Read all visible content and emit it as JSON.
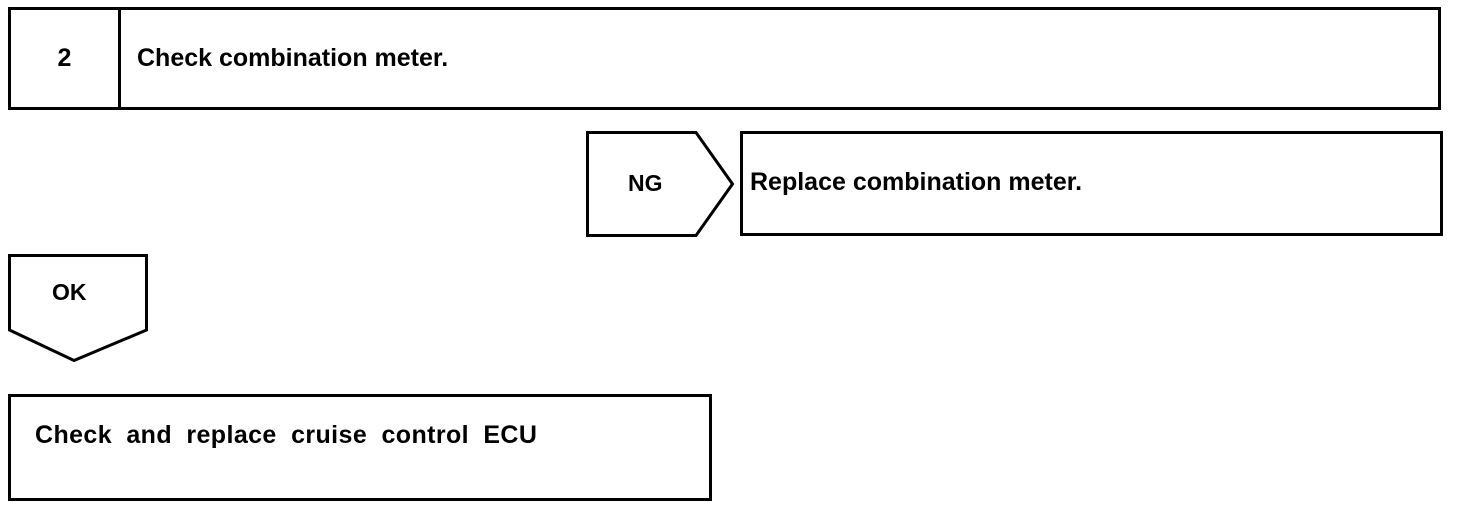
{
  "diagram": {
    "type": "troubleshooting-flowchart",
    "line_color": "#000000",
    "background_color": "#ffffff",
    "steps": [
      {
        "number": "2",
        "label": "Check combination meter."
      }
    ],
    "branches": [
      {
        "result": "NG",
        "direction": "right",
        "target": "Replace combination meter."
      },
      {
        "result": "OK",
        "direction": "down",
        "target": "Check and replace cruise control ECU"
      }
    ],
    "outcome_ng": "Replace combination meter.",
    "outcome_ok": "Check and replace cruise control ECU"
  }
}
